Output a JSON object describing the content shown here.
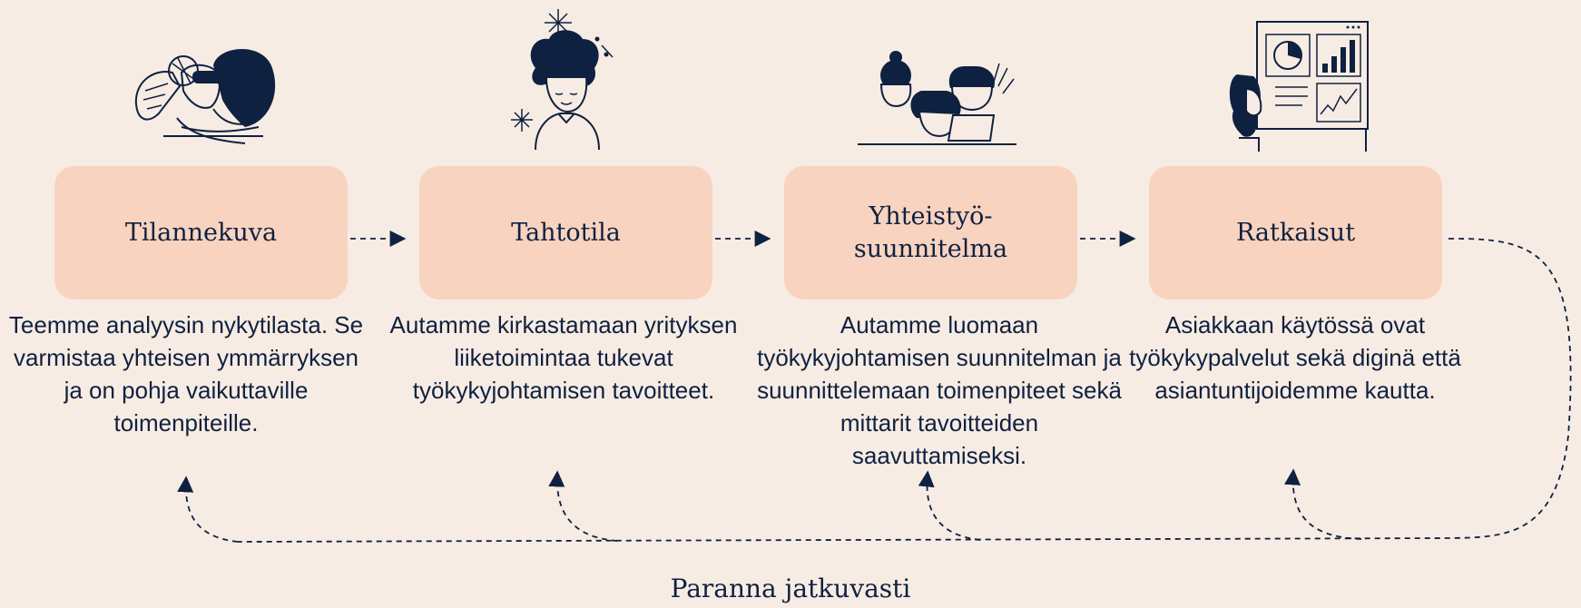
{
  "steps": [
    {
      "title": "Tilannekuva",
      "description": "Teemme analyysin nykytilasta. Se varmistaa yhteisen ymmärryksen ja on pohja vaikuttaville toimenpiteille.",
      "icon": "person-with-magnifier-icon"
    },
    {
      "title": "Tahtotila",
      "description": "Autamme kirkastamaan yrityksen liiketoimintaa tukevat työkykyjohtamisen tavoitteet.",
      "icon": "thinking-person-sparkles-icon"
    },
    {
      "title": "Yhteistyö-\nsuunnitelma",
      "description": "Autamme luomaan työkykyjohtamisen suunnitelman ja suunnittelemaan toimenpiteet sekä mittarit tavoitteiden saavuttamiseksi.",
      "icon": "team-at-laptop-icon"
    },
    {
      "title": "Ratkaisut",
      "description": "Asiakkaan käytössä ovat työkykypalvelut sekä diginä että asiantuntijoidemme kautta.",
      "icon": "person-with-dashboard-icon"
    }
  ],
  "footer_label": "Paranna jatkuvasti",
  "colors": {
    "background": "#f7ece3",
    "box": "#f8d3bf",
    "ink": "#0f2140"
  }
}
